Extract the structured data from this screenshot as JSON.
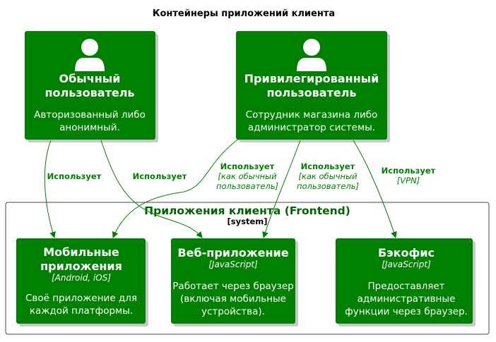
{
  "diagram": {
    "title": "Контейнеры приложений клиента",
    "colors": {
      "box": "#008000",
      "edge": "#008000",
      "boundary_border": "#444444",
      "shadow": "#c8c8c8"
    },
    "persons": [
      {
        "id": "regular-user",
        "icon": "person-icon",
        "title": [
          "Обычный",
          "пользователь"
        ],
        "desc": [
          "Авторизованный либо",
          "анонимный."
        ]
      },
      {
        "id": "privileged-user",
        "icon": "person-icon",
        "title": [
          "Привилегированный",
          "пользователь"
        ],
        "desc": [
          "Сотрудник магазина либо",
          "администратор системы."
        ]
      }
    ],
    "boundary": {
      "title": "Приложения клиента (Frontend)",
      "type": "[system]"
    },
    "containers": [
      {
        "id": "mobile-apps",
        "title": [
          "Мобильные",
          "приложения"
        ],
        "tech": "[Android, iOS]",
        "desc": [
          "Своё приложение для",
          "каждой платформы."
        ]
      },
      {
        "id": "web-app",
        "title": [
          "Веб-приложение"
        ],
        "tech": "[JavaScript]",
        "desc": [
          "Работает через браузер",
          "(включая мобильные",
          "устройства)."
        ]
      },
      {
        "id": "backoffice",
        "title": [
          "Бэкофис"
        ],
        "tech": "[JavaScript]",
        "desc": [
          "Предоставляет",
          "административные",
          "функции через браузер."
        ]
      }
    ],
    "relations": [
      {
        "id": "regular-to-mobile",
        "label": "Использует",
        "tech": []
      },
      {
        "id": "regular-to-web",
        "label": "Использует",
        "tech": []
      },
      {
        "id": "privileged-to-mobile",
        "label": "Использует",
        "tech": [
          "[как обычный",
          "пользователь]"
        ]
      },
      {
        "id": "privileged-to-web",
        "label": "Использует",
        "tech": [
          "[как обычный",
          "пользователь]"
        ]
      },
      {
        "id": "privileged-to-backoffice",
        "label": "Использует",
        "tech": [
          "[VPN]"
        ]
      }
    ]
  }
}
